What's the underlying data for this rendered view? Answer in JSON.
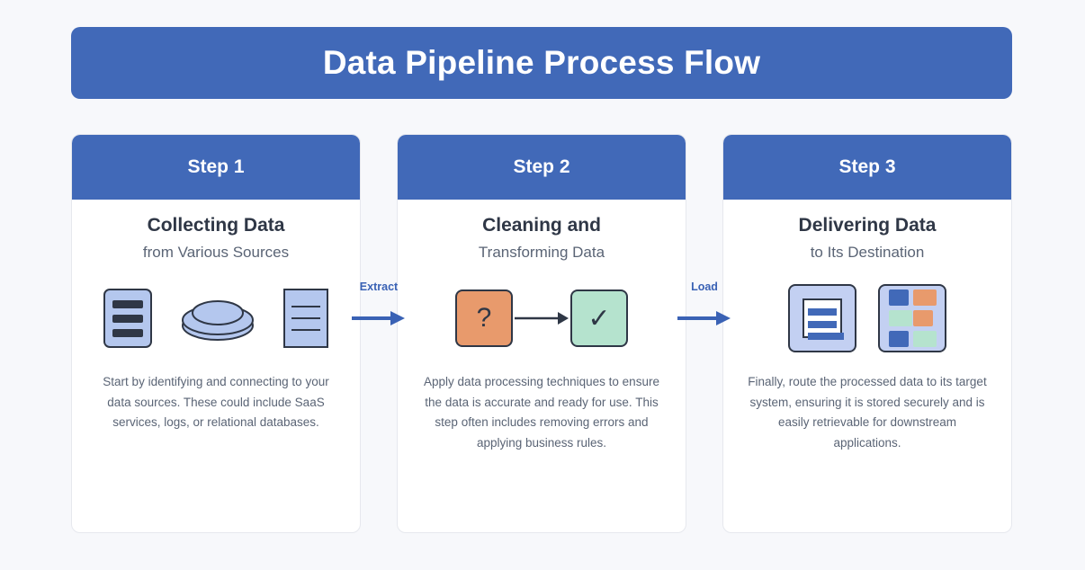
{
  "theme": {
    "background": "#f7f8fb",
    "brand_blue": "#4169b8",
    "ink": "#2f3746",
    "muted_text": "#5a6475",
    "icon_fill_light": "#b4c7ee",
    "icon_fill_lighter": "#c3d0f2",
    "accent_orange": "#e89a6c",
    "accent_green": "#b5e3ce",
    "card_border": "#e6e8ee"
  },
  "header": {
    "title": "Data Pipeline Process Flow"
  },
  "steps": [
    {
      "badge": "Step 1",
      "title": "Collecting Data",
      "subtitle": "from Various Sources",
      "description": "Start by identifying and connecting to your data sources. These could include SaaS services, logs, or relational databases.",
      "icons": [
        "document-bars-icon",
        "database-disc-icon",
        "document-lines-icon"
      ]
    },
    {
      "badge": "Step 2",
      "title": "Cleaning and",
      "subtitle": "Transforming Data",
      "description": "Apply data processing techniques to ensure the data is accurate and ready for use. This step often includes removing errors and applying business rules.",
      "icons": [
        "question-square-icon",
        "inner-arrow-icon",
        "check-square-icon"
      ],
      "icon_labels": {
        "before": "?",
        "after": "✓"
      }
    },
    {
      "badge": "Step 3",
      "title": "Delivering Data",
      "subtitle": "to Its Destination",
      "description": "Finally, route the processed data to its target system, ensuring it is stored securely and is easily retrievable for downstream applications.",
      "icons": [
        "report-document-icon",
        "dashboard-grid-icon"
      ]
    }
  ],
  "connectors": [
    {
      "label": "Extract",
      "icon": "arrow-right-icon"
    },
    {
      "label": "Load",
      "icon": "arrow-right-icon"
    }
  ]
}
